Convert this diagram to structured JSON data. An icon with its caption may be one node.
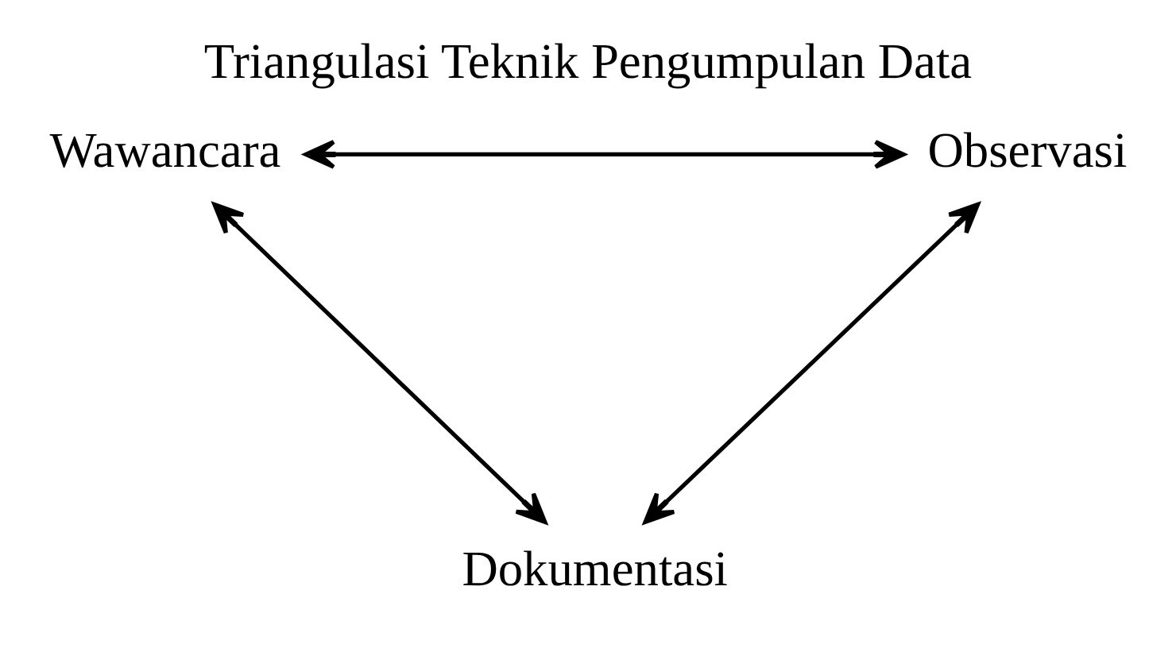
{
  "diagram": {
    "title": "Triangulasi Teknik Pengumpulan Data",
    "nodes": [
      {
        "text": [
          "Wawancara"
        ]
      },
      {
        "text": [
          "Observasi"
        ]
      },
      {
        "text": [
          "Dokumentasi"
        ]
      }
    ],
    "edges": [
      {
        "from": 0,
        "to": 1,
        "arrow": "both"
      },
      {
        "from": 0,
        "to": 2,
        "arrow": "both"
      },
      {
        "from": 1,
        "to": 2,
        "arrow": "both"
      }
    ]
  }
}
